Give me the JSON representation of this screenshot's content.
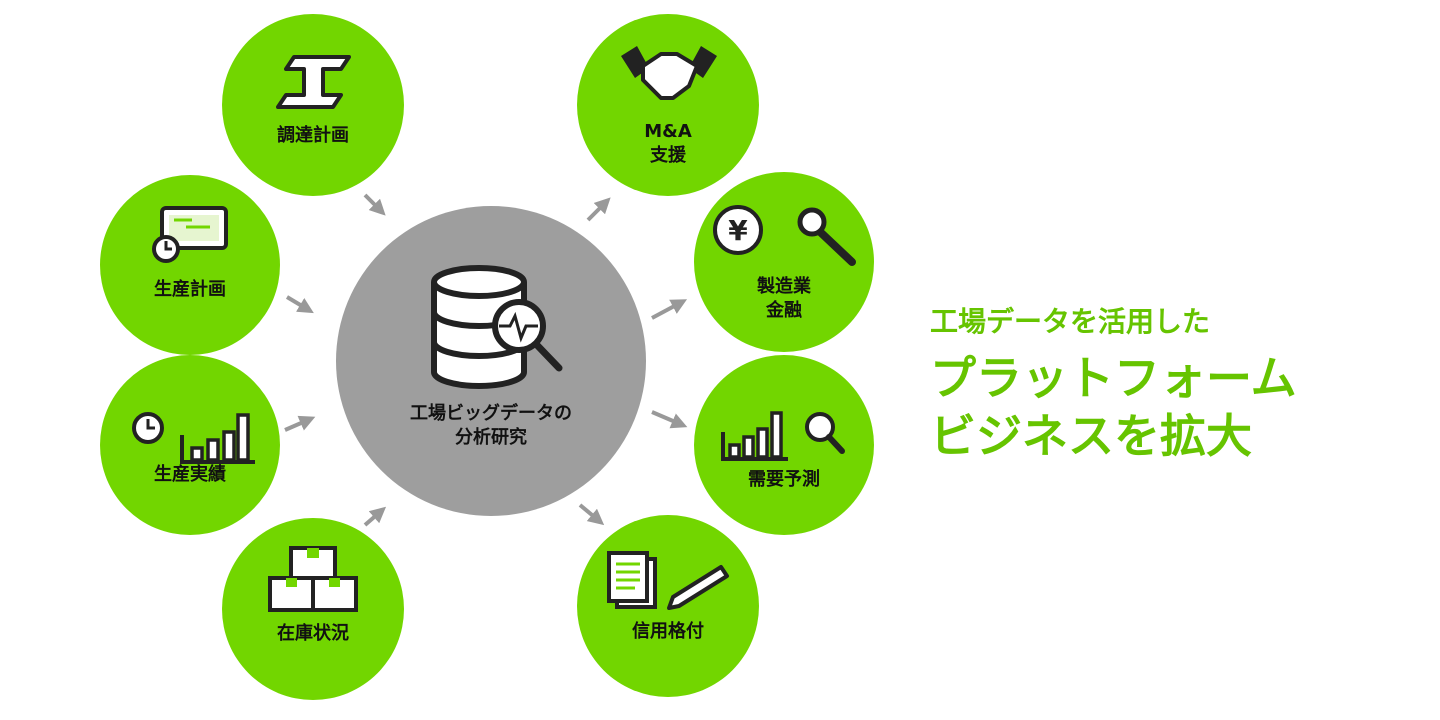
{
  "center": {
    "line1": "工場ビッグデータの",
    "line2": "分析研究",
    "icon": "database-search-icon"
  },
  "inputs": [
    {
      "line1": "調達計画",
      "icon": "steel-beam-icon"
    },
    {
      "line1": "生産計画",
      "icon": "schedule-clock-icon"
    },
    {
      "line1": "生産実績",
      "icon": "clock-bar-chart-icon"
    },
    {
      "line1": "在庫状況",
      "icon": "boxes-icon"
    }
  ],
  "outputs": [
    {
      "line1": "M&A",
      "line2": "支援",
      "icon": "handshake-icon"
    },
    {
      "line1": "製造業",
      "line2": "金融",
      "icon": "yen-wrench-icon"
    },
    {
      "line1": "需要予測",
      "icon": "bar-chart-search-icon"
    },
    {
      "line1": "信用格付",
      "icon": "document-pen-icon"
    }
  ],
  "tagline": {
    "line1": "工場データを活用した",
    "line2": "プラットフォーム",
    "line3": "ビジネスを拡大"
  },
  "colors": {
    "green": "#72d600",
    "gray": "#9e9e9e",
    "text_green": "#66c400"
  }
}
